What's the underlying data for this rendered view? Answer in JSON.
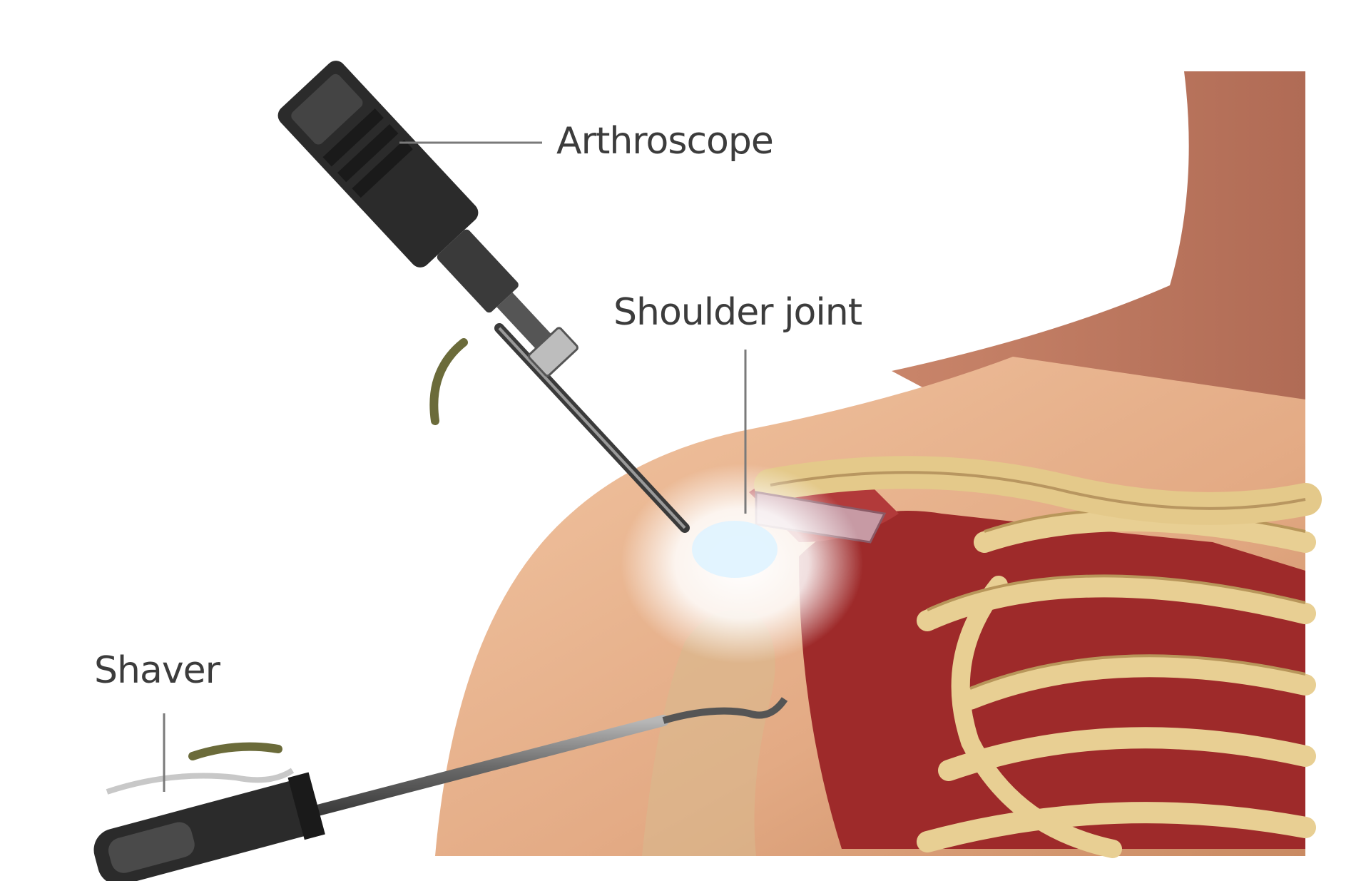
{
  "labels": {
    "arthroscope": "Arthroscope",
    "shoulder_joint": "Shoulder joint",
    "shaver": "Shaver"
  },
  "colors": {
    "skin": "#e9b58f",
    "skin_shadow": "#c98a62",
    "muscle": "#9e2a2a",
    "bone": "#e8cf93",
    "instrument_dark": "#2b2b2b",
    "instrument_steel": "#8a8a8a",
    "light_glow": "#ffffff",
    "leader_line": "#7a7a7a"
  },
  "icons": [
    "arthroscope-illustration",
    "shaver-illustration",
    "shoulder-anatomy-illustration"
  ]
}
